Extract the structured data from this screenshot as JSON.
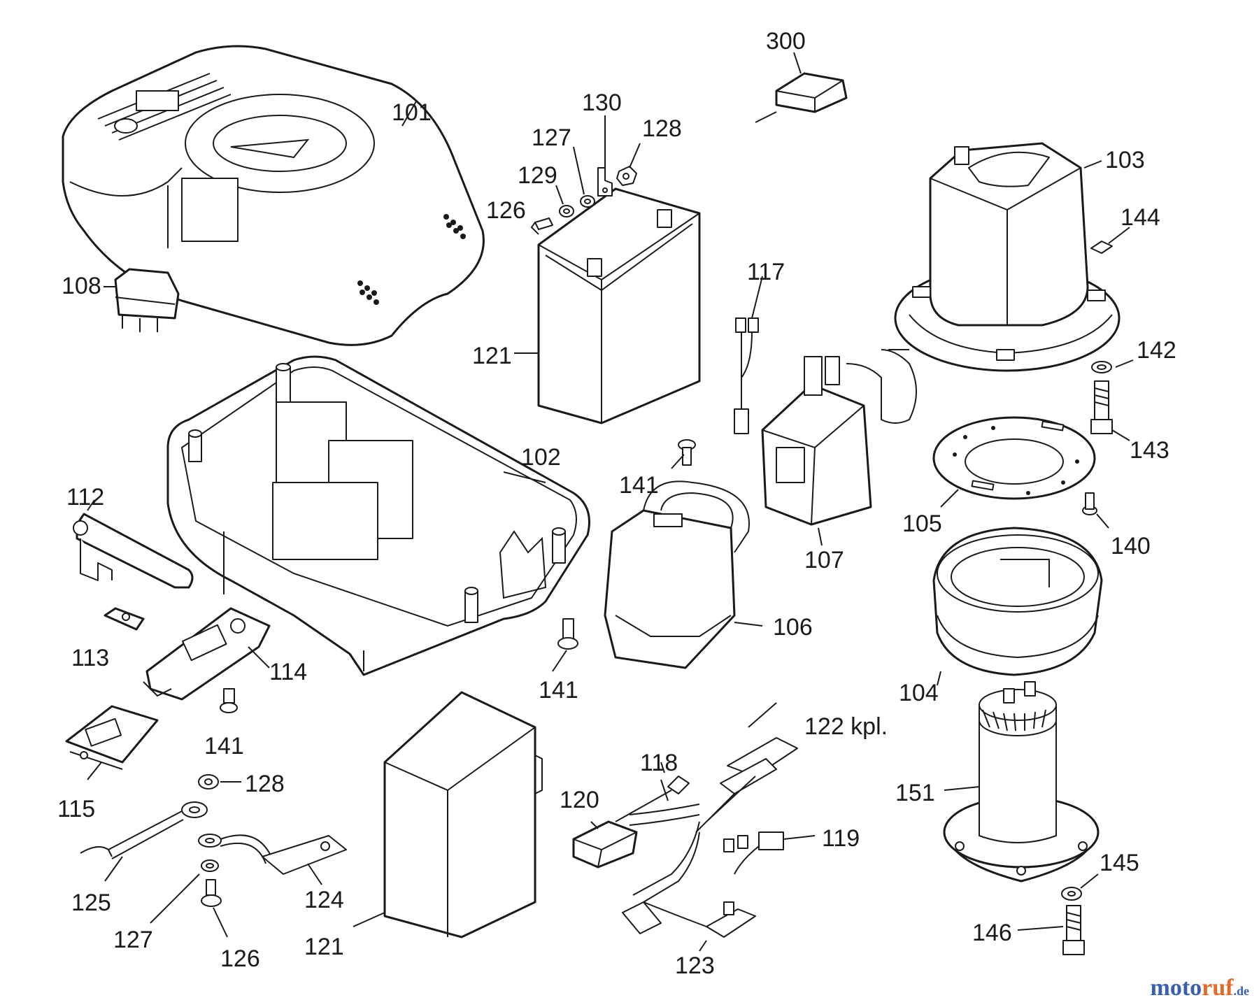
{
  "labels": {
    "p101": "101",
    "p102": "102",
    "p103": "103",
    "p104": "104",
    "p105": "105",
    "p106": "106",
    "p107": "107",
    "p108": "108",
    "p112": "112",
    "p113": "113",
    "p114": "114",
    "p115": "115",
    "p117": "117",
    "p118": "118",
    "p119": "119",
    "p120": "120",
    "p121a": "121",
    "p121b": "121",
    "p122": "122 kpl.",
    "p123": "123",
    "p124": "124",
    "p125": "125",
    "p126a": "126",
    "p126b": "126",
    "p127a": "127",
    "p127b": "127",
    "p128a": "128",
    "p128b": "128",
    "p129": "129",
    "p130": "130",
    "p140": "140",
    "p141a": "141",
    "p141b": "141",
    "p141c": "141",
    "p142": "142",
    "p143": "143",
    "p144": "144",
    "p145": "145",
    "p146": "146",
    "p151": "151",
    "p300": "300"
  },
  "watermark": {
    "a": "moto",
    "b": "ruf",
    "c": ".de"
  },
  "colors": {
    "ink": "#1a1a1a",
    "brand_blue": "#3a5fae",
    "brand_orange": "#e06b2a"
  }
}
